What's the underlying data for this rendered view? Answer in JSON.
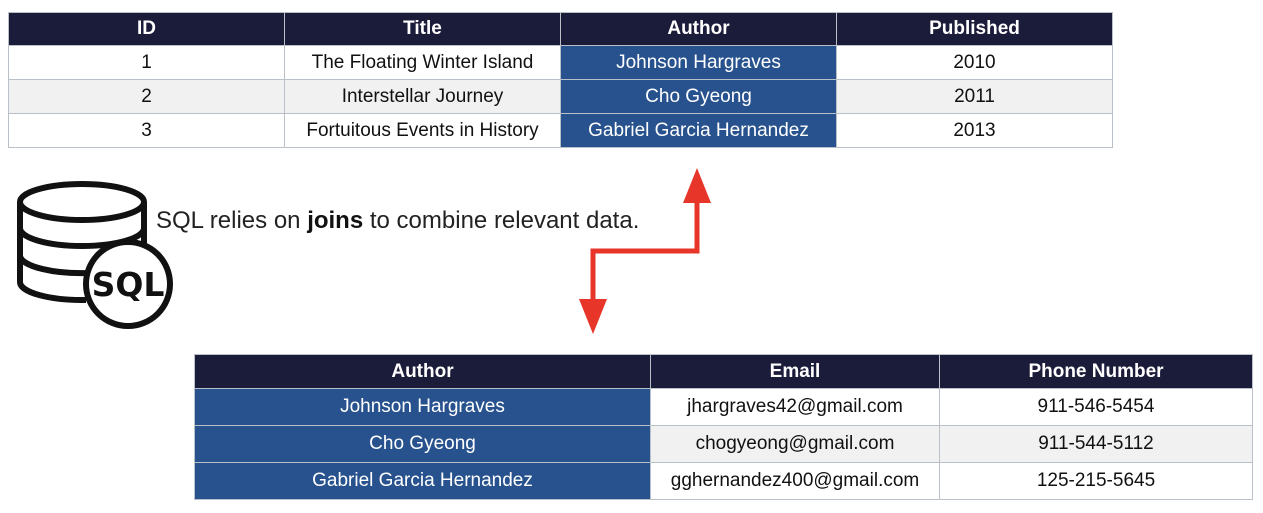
{
  "books_table": {
    "headers": [
      "ID",
      "Title",
      "Author",
      "Published"
    ],
    "rows": [
      [
        "1",
        "The Floating Winter Island",
        "Johnson Hargraves",
        "2010"
      ],
      [
        "2",
        "Interstellar Journey",
        "Cho Gyeong",
        "2011"
      ],
      [
        "3",
        "Fortuitous Events in History",
        "Gabriel Garcia Hernandez",
        "2013"
      ]
    ]
  },
  "caption": {
    "prefix": "SQL relies on ",
    "bold": "joins",
    "suffix": " to combine relevant data."
  },
  "sql_icon": {
    "label": "SQL"
  },
  "authors_table": {
    "headers": [
      "Author",
      "Email",
      "Phone Number"
    ],
    "rows": [
      [
        "Johnson Hargraves",
        "jhargraves42@gmail.com",
        "911-546-5454"
      ],
      [
        "Cho Gyeong",
        "chogyeong@gmail.com",
        "911-544-5112"
      ],
      [
        "Gabriel Garcia Hernandez",
        "gghernandez400@gmail.com",
        "125-215-5645"
      ]
    ]
  },
  "colors": {
    "header_bg": "#1b1b3a",
    "key_cell_bg": "#27528e",
    "arrow": "#e8352a"
  },
  "icon_names": [
    "database-sql-icon",
    "join-arrow-icon"
  ]
}
